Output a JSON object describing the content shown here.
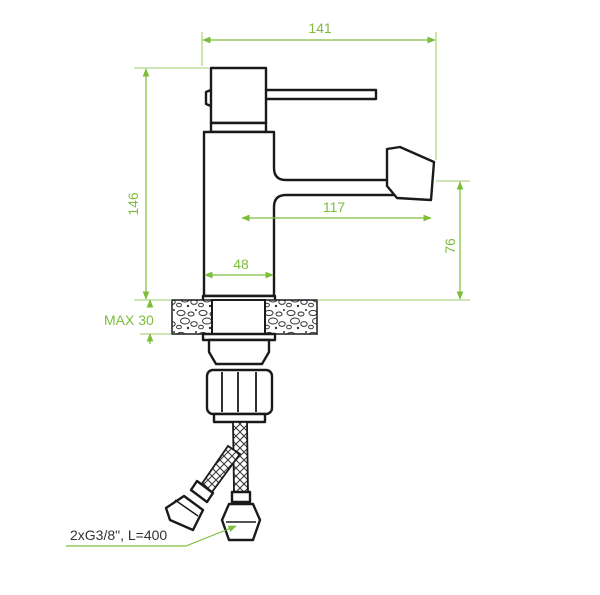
{
  "colors": {
    "dimension": "#7dbd3a",
    "outline": "#1a1a1a",
    "text": "#7dbd3a",
    "callout_text": "#333333"
  },
  "dimensions": {
    "overall_width": "141",
    "overall_height": "146",
    "spout_reach": "117",
    "spout_height": "76",
    "base_diameter": "48",
    "max_counter_thickness": "MAX 30"
  },
  "callout": {
    "hoses": "2xG3/8\", L=400"
  }
}
